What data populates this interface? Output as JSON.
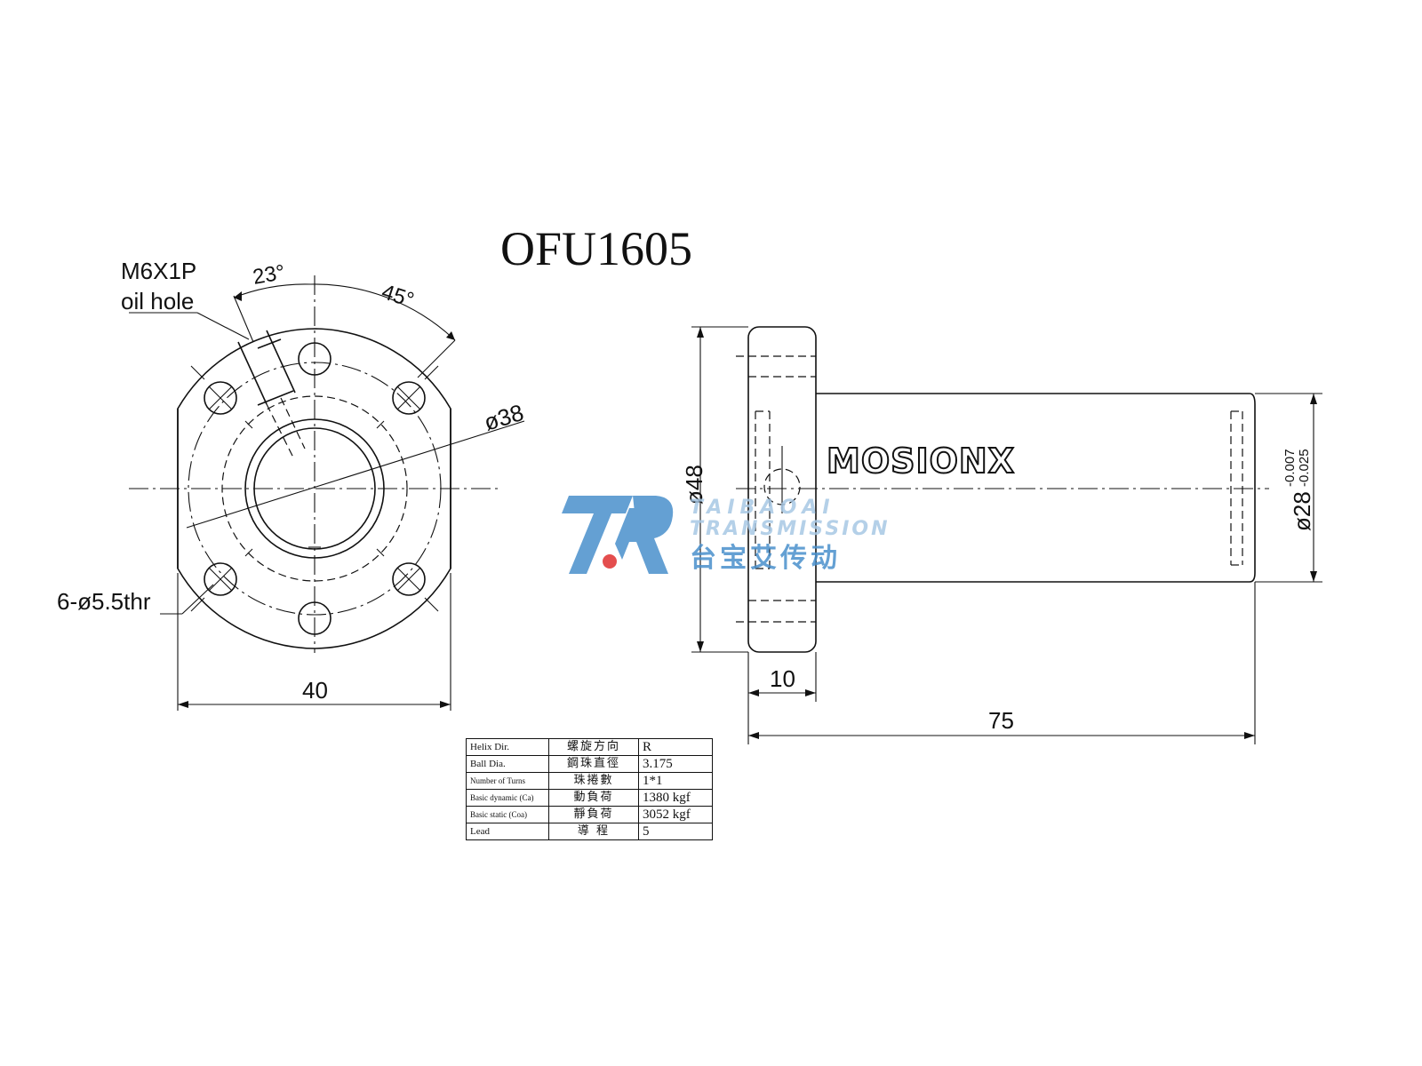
{
  "title": "OFU1605",
  "front_view": {
    "oil_hole_label_1": "M6X1P",
    "oil_hole_label_2": "oil hole",
    "angle_1": "23°",
    "angle_2": "45°",
    "pcd": "ø38",
    "holes": "6-ø5.5thr",
    "width": "40"
  },
  "side_view": {
    "flange_diameter": "ø48",
    "flange_thickness": "10",
    "length": "75",
    "body_diameter": "ø28",
    "tol_upper": "-0.007",
    "tol_lower": "-0.025"
  },
  "brand": {
    "logo_text": "MOSIONX",
    "watermark_latin_1": "TAIBAOAI",
    "watermark_latin_2": "TRANSMISSION",
    "watermark_cn": "台宝艾传动",
    "watermark_color": "#4a90cc",
    "accent_color": "#e03030"
  },
  "spec_table": {
    "rows": [
      {
        "en": "Helix Dir.",
        "cn": "螺旋方向",
        "value": "R"
      },
      {
        "en": "Ball Dia.",
        "cn": "鋼珠直徑",
        "value": "3.175"
      },
      {
        "en": "Number of Turns",
        "cn": "珠捲數",
        "value": "1*1"
      },
      {
        "en": "Basic dynamic (Ca)",
        "cn": "動負荷",
        "value": "1380 kgf"
      },
      {
        "en": "Basic static (Coa)",
        "cn": "靜負荷",
        "value": "3052 kgf"
      },
      {
        "en": "Lead",
        "cn": "導 程",
        "value": "5"
      }
    ]
  }
}
